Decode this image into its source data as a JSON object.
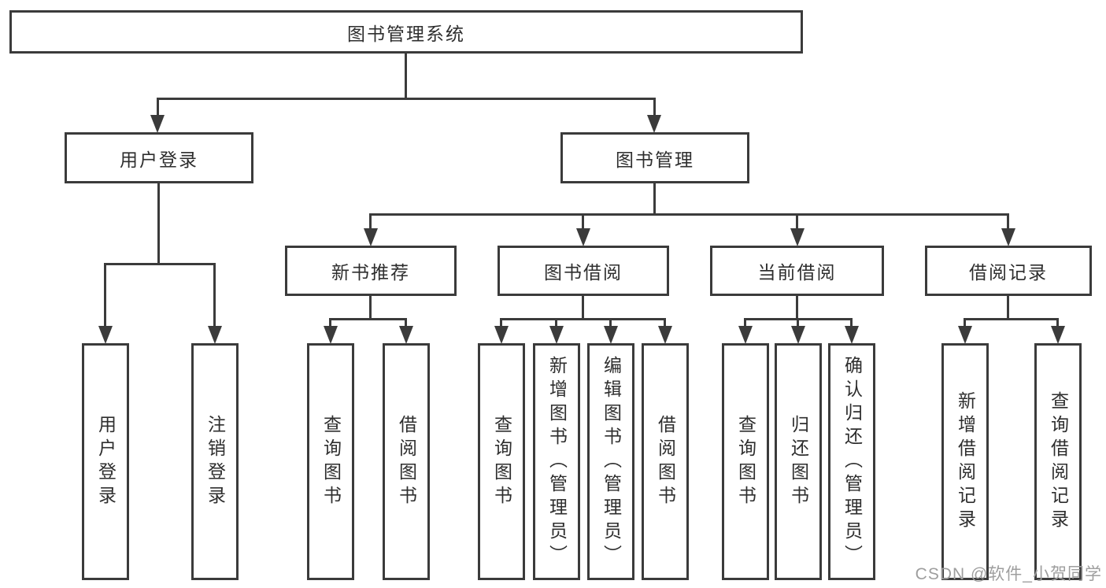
{
  "colors": {
    "line": "#3b3b3b",
    "text": "#2e2e2e",
    "watermark": "#9e9e9e",
    "background": "#ffffff"
  },
  "watermark": "CSDN @软件_小贺同学",
  "diagram": {
    "root": {
      "label": "图书管理系统"
    },
    "level2": [
      {
        "label": "用户登录"
      },
      {
        "label": "图书管理"
      }
    ],
    "level3": [
      {
        "label": "新书推荐"
      },
      {
        "label": "图书借阅"
      },
      {
        "label": "当前借阅"
      },
      {
        "label": "借阅记录"
      }
    ],
    "leaves": {
      "user_login": [
        "用户登录",
        "注销登录"
      ],
      "new_books": [
        "查询图书",
        "借阅图书"
      ],
      "book_borrow": [
        "查询图书",
        "新增图书（管理员）",
        "编辑图书（管理员）",
        "借阅图书"
      ],
      "current_borrow": [
        "查询图书",
        "归还图书",
        "确认归还（管理员）"
      ],
      "borrow_records": [
        "新增借阅记录",
        "查询借阅记录"
      ]
    }
  }
}
